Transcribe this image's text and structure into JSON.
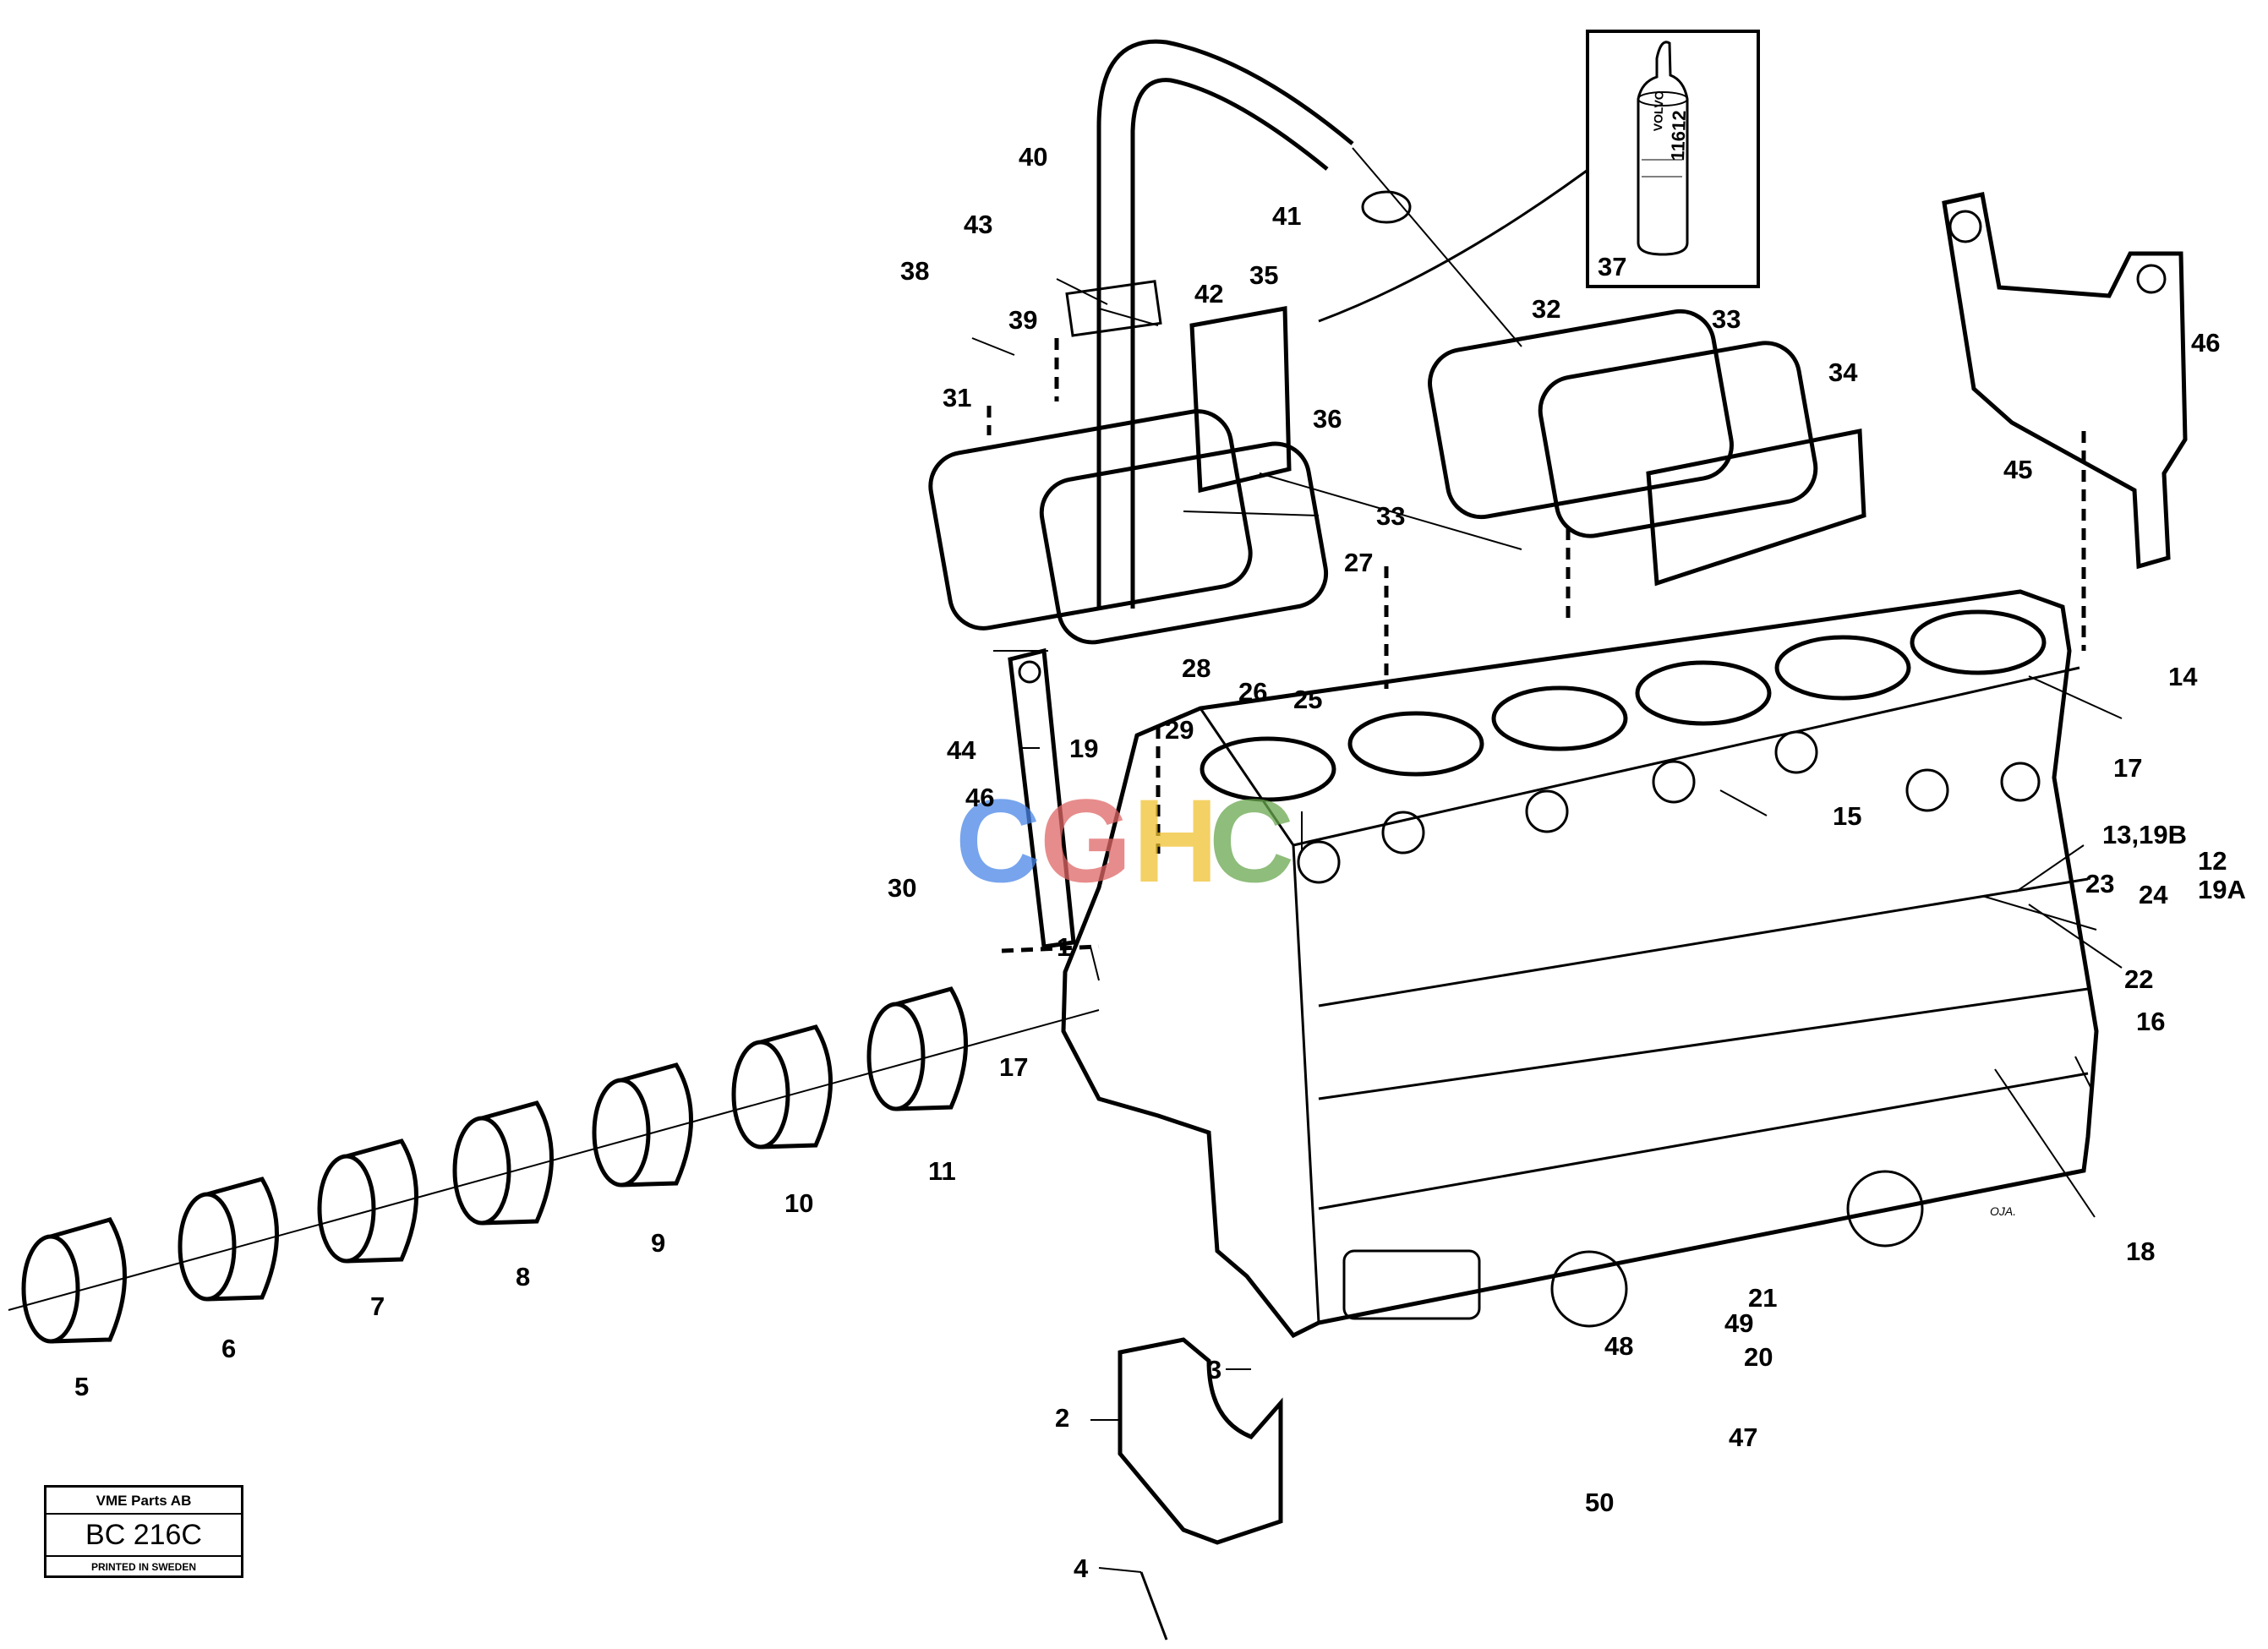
{
  "title_block": {
    "publisher": "VME Parts AB",
    "code": "BC 216C",
    "printed": "PRINTED IN SWEDEN"
  },
  "watermark": {
    "letters": [
      "C",
      "G",
      "H",
      "C"
    ],
    "colors": [
      "#4a86e8",
      "#e06666",
      "#f1c232",
      "#6aa84f"
    ]
  },
  "bottle": {
    "brand": "VOLVO",
    "code": "11612"
  },
  "drawing_ref": "OJA.",
  "callouts": [
    "1",
    "2",
    "3",
    "4",
    "5",
    "6",
    "7",
    "8",
    "9",
    "10",
    "11",
    "12",
    "13,19B",
    "14",
    "15",
    "16",
    "17",
    "17",
    "18",
    "19",
    "19A",
    "20",
    "21",
    "22",
    "23",
    "24",
    "25",
    "26",
    "27",
    "28",
    "29",
    "30",
    "31",
    "32",
    "33",
    "33",
    "34",
    "35",
    "36",
    "37",
    "38",
    "39",
    "40",
    "41",
    "42",
    "43",
    "44",
    "45",
    "46",
    "46",
    "47",
    "48",
    "49",
    "50"
  ]
}
